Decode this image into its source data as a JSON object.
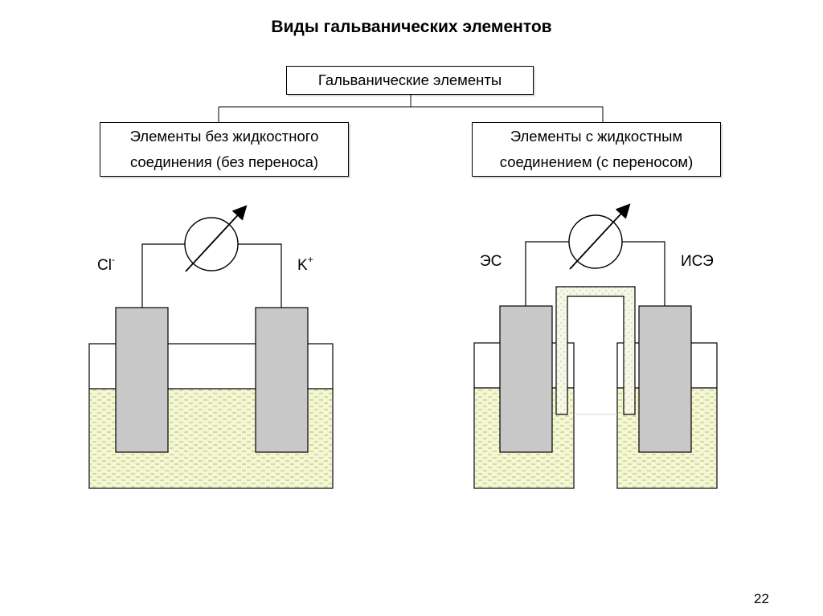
{
  "slide": {
    "title": "Виды гальванических элементов",
    "page_number": "22"
  },
  "tree": {
    "root": "Гальванические элементы",
    "left": {
      "line1": "Элементы без жидкостного",
      "line2": "соединения (без переноса)"
    },
    "right": {
      "line1": "Элементы с жидкостным",
      "line2": "соединением (с переносом)"
    }
  },
  "cell_left": {
    "left_label": {
      "base": "Cl",
      "charge": "-"
    },
    "right_label": {
      "base": "K",
      "charge": "+"
    },
    "meter_icon": "galvanometer-icon"
  },
  "cell_right": {
    "left_label": "ЭС",
    "right_label": "ИСЭ",
    "meter_icon": "galvanometer-icon",
    "bridge_icon": "salt-bridge"
  },
  "colors": {
    "electrode": "#c8c8c8",
    "solution": "#f4f6d8",
    "solution_dash": "#b8c24a",
    "bridge_fill": "#f7f7e6",
    "line": "#000000"
  }
}
